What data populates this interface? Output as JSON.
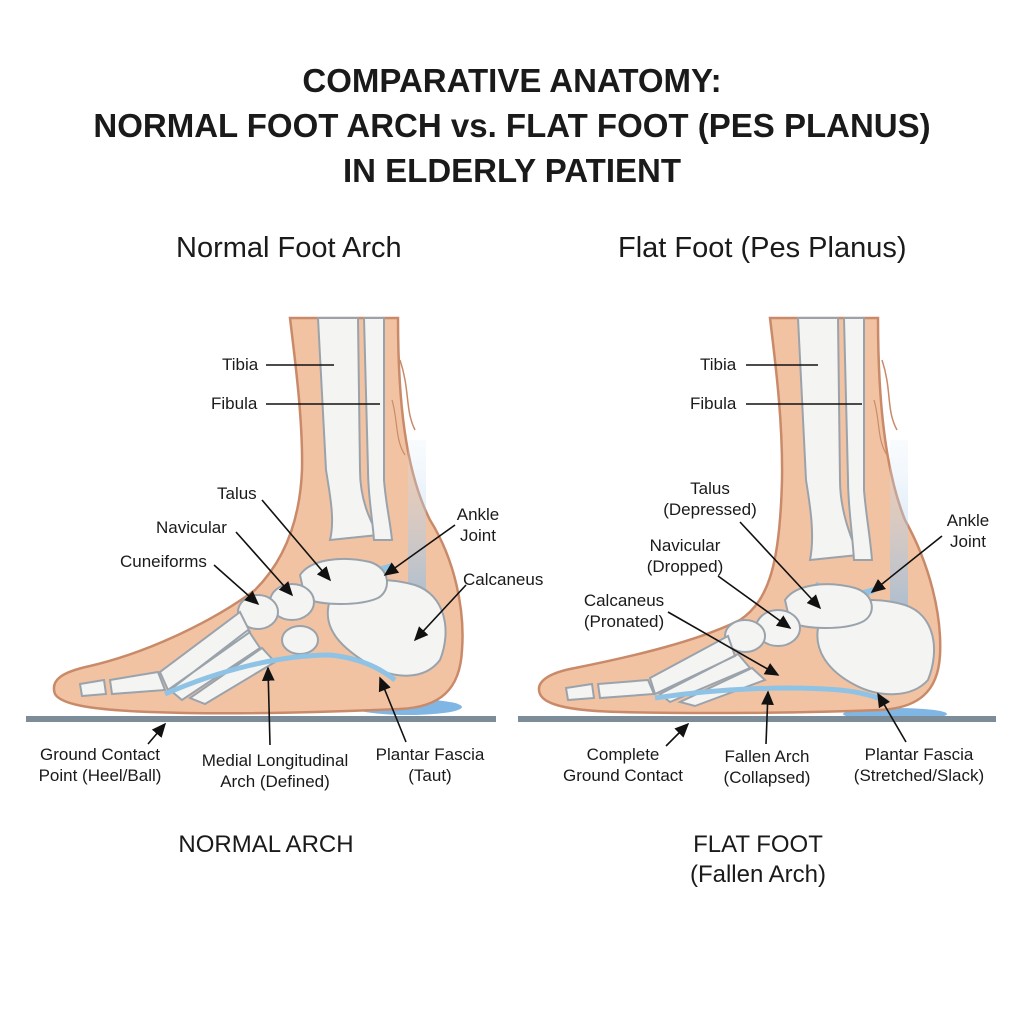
{
  "title_lines": [
    "COMPARATIVE ANATOMY:",
    "NORMAL FOOT ARCH vs. FLAT FOOT (PES PLANUS)",
    "IN ELDERLY PATIENT"
  ],
  "left_panel": {
    "title": "Normal Foot Arch",
    "footer": "NORMAL ARCH",
    "labels": {
      "tibia": "Tibia",
      "fibula": "Fibula",
      "talus": "Talus",
      "navicular": "Navicular",
      "cuneiforms": "Cuneiforms",
      "ankle_1": "Ankle",
      "ankle_2": "Joint",
      "calcaneus": "Calcaneus",
      "ground_1": "Ground Contact",
      "ground_2": "Point (Heel/Ball)",
      "arch_1": "Medial Longitudinal",
      "arch_2": "Arch (Defined)",
      "fascia_1": "Plantar Fascia",
      "fascia_2": "(Taut)"
    }
  },
  "right_panel": {
    "title": "Flat Foot (Pes Planus)",
    "footer_1": "FLAT FOOT",
    "footer_2": "(Fallen Arch)",
    "labels": {
      "tibia": "Tibia",
      "fibula": "Fibula",
      "talus_1": "Talus",
      "talus_2": "(Depressed)",
      "navicular_1": "Navicular",
      "navicular_2": "(Dropped)",
      "calcaneus_1": "Calcaneus",
      "calcaneus_2": "(Pronated)",
      "ankle_1": "Ankle",
      "ankle_2": "Joint",
      "ground_1": "Complete",
      "ground_2": "Ground Contact",
      "arch_1": "Fallen Arch",
      "arch_2": "(Collapsed)",
      "fascia_1": "Plantar Fascia",
      "fascia_2": "(Stretched/Slack)"
    }
  },
  "colors": {
    "skin": "#f2c3a3",
    "skin_outline": "#c98a6a",
    "bone": "#f4f4f2",
    "bone_outline": "#9aa3ab",
    "fascia": "#8ec3e6",
    "ground": "#7d8c99",
    "contact_shadow": "#6aa9de"
  }
}
